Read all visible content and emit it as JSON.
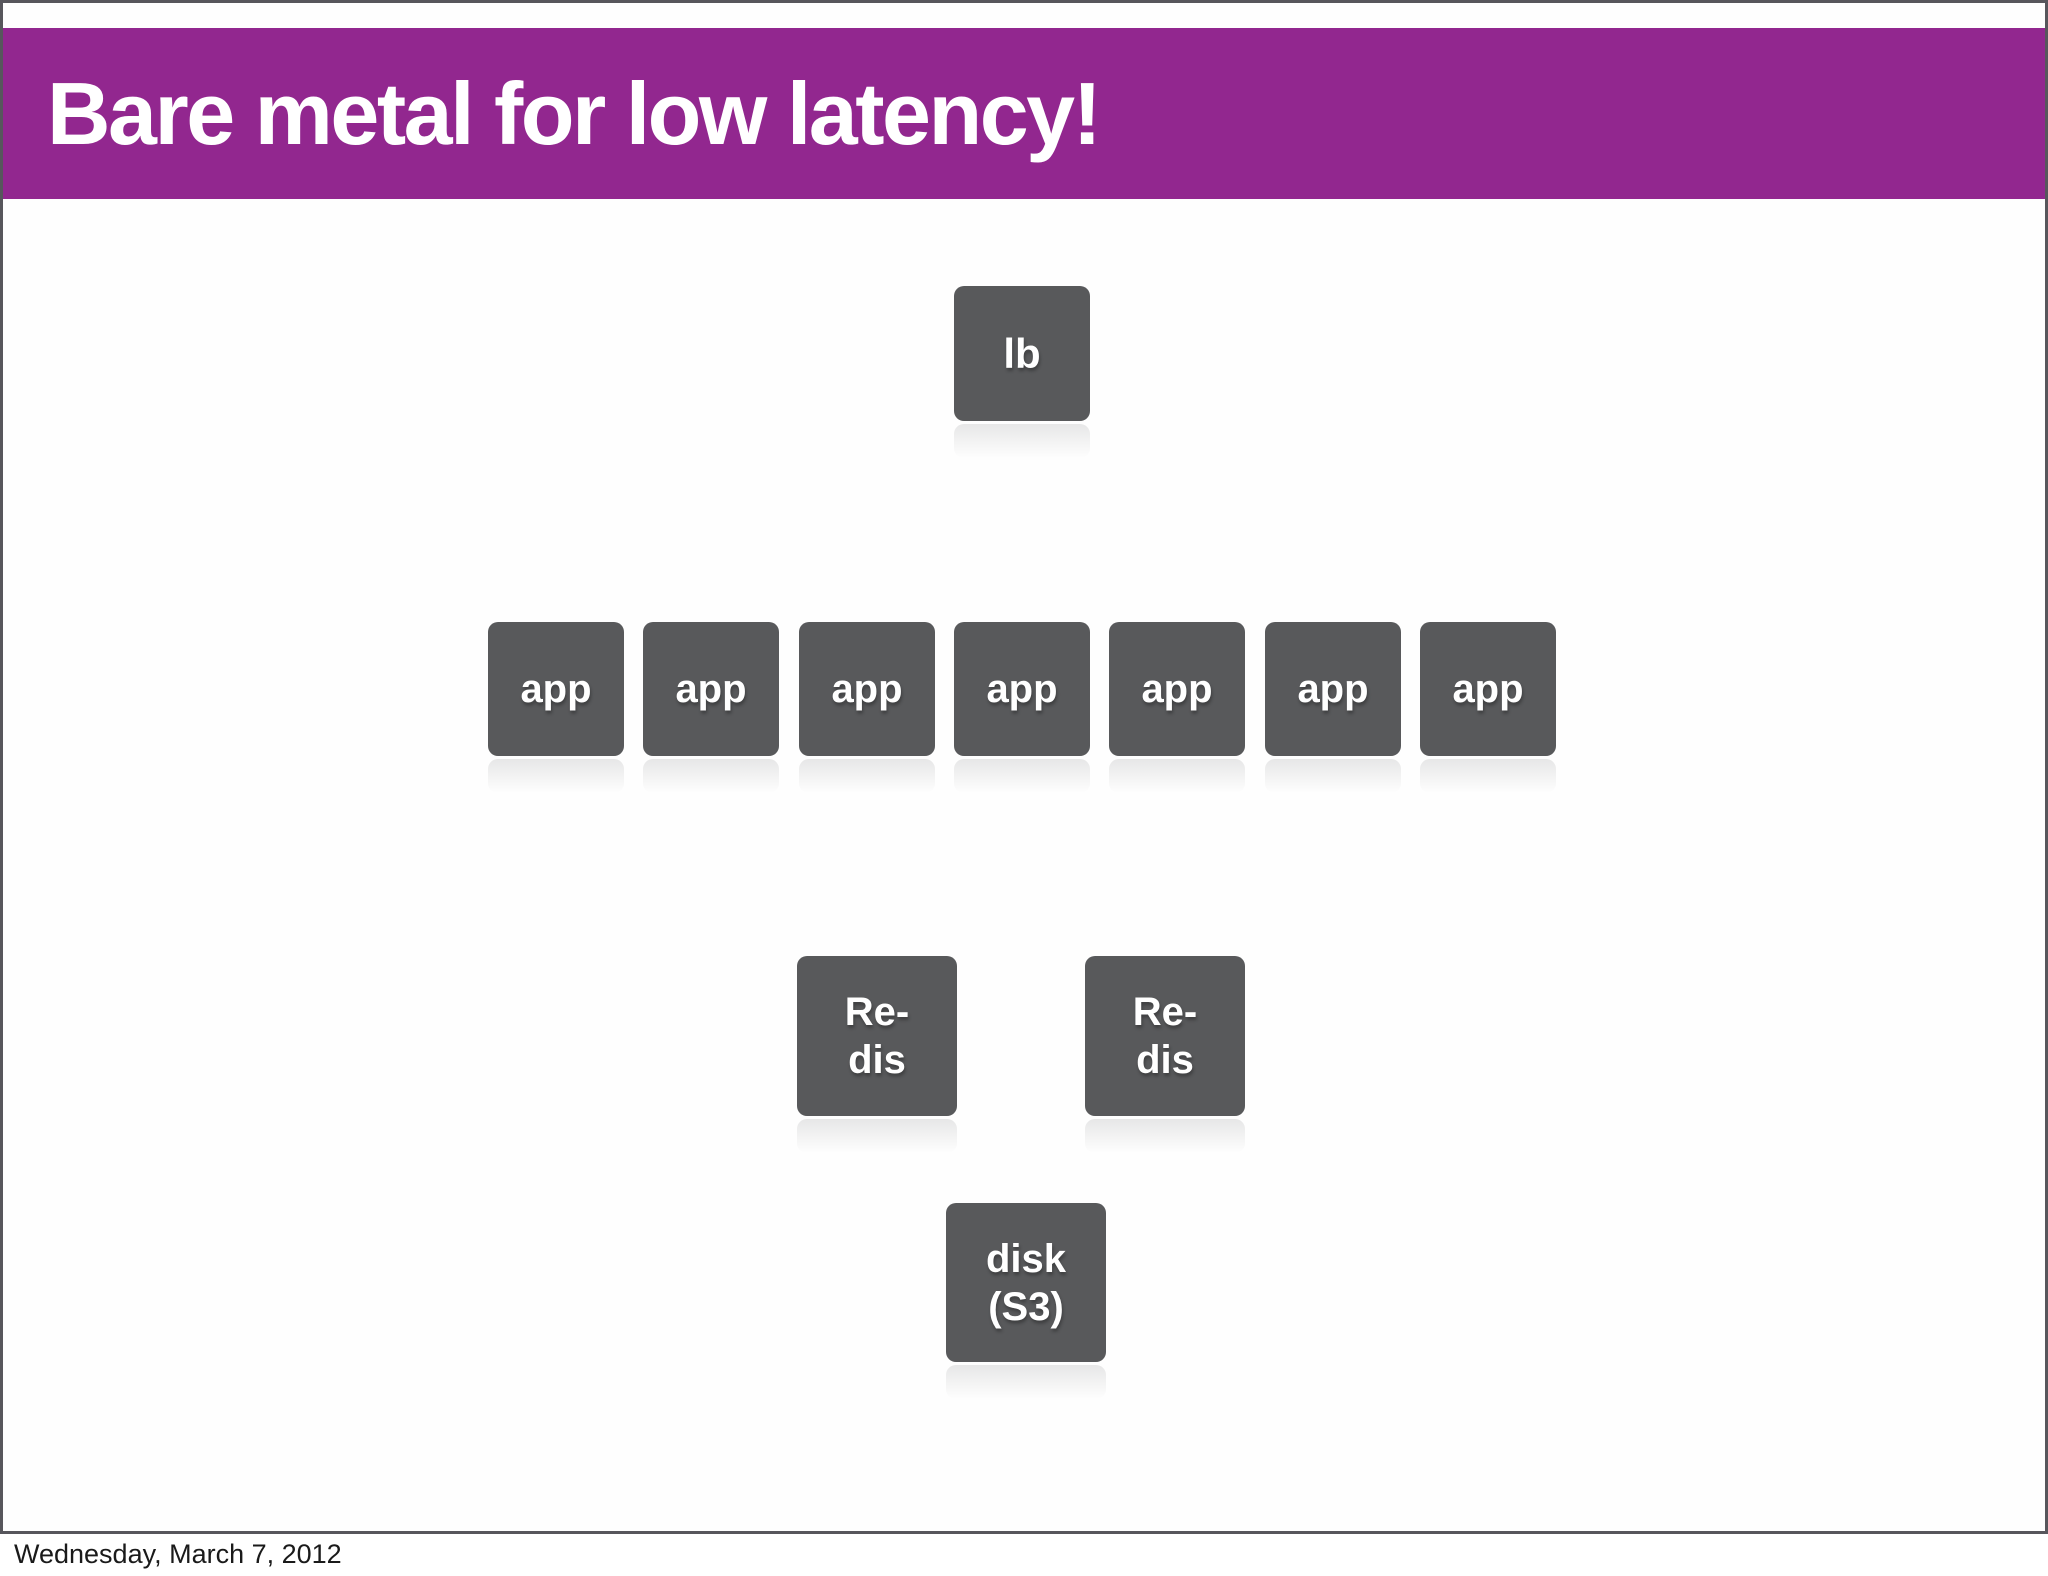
{
  "slide": {
    "title": "Bare metal for low latency!",
    "footer_date": "Wednesday, March 7, 2012"
  },
  "colors": {
    "header_purple": "#92278F",
    "node_gray": "#58595B",
    "frame_border": "#57565C",
    "title_text": "#FFFFFF",
    "node_text": "#FFFFFF",
    "footer_text": "#1A1A1A"
  },
  "diagram": {
    "lb": {
      "label": "lb"
    },
    "apps": [
      {
        "label": "app"
      },
      {
        "label": "app"
      },
      {
        "label": "app"
      },
      {
        "label": "app"
      },
      {
        "label": "app"
      },
      {
        "label": "app"
      },
      {
        "label": "app"
      }
    ],
    "redis": [
      {
        "line1": "Re-",
        "line2": "dis"
      },
      {
        "line1": "Re-",
        "line2": "dis"
      }
    ],
    "disk": {
      "line1": "disk",
      "line2": "(S3)"
    }
  }
}
